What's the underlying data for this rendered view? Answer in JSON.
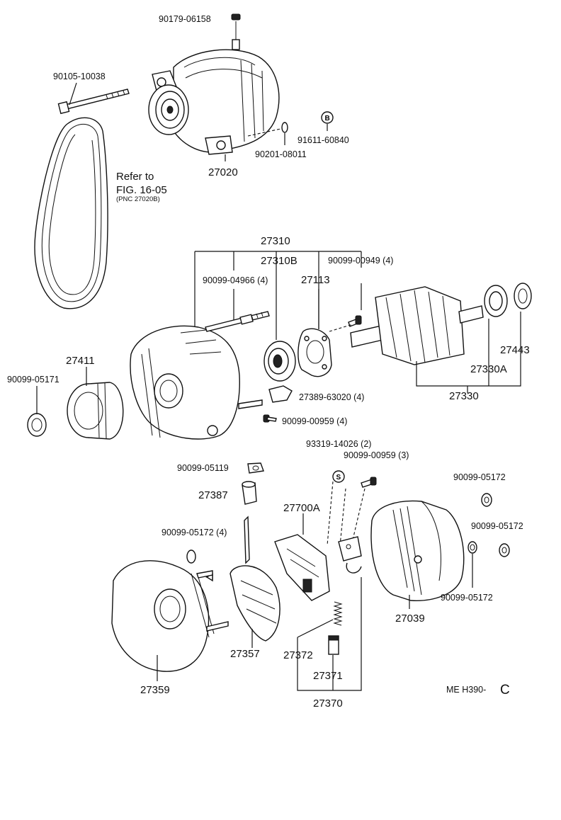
{
  "labels": {
    "p90179": "90179-06158",
    "p90105": "90105-10038",
    "p91611": "91611-60840",
    "p90201": "90201-08011",
    "p27020": "27020",
    "refer_line1": "Refer to",
    "refer_line2": "FIG. 16-05",
    "refer_line3": "(PNC 27020B)",
    "p27310": "27310",
    "p27310B": "27310B",
    "p90099_00949": "90099-00949 (4)",
    "p90099_04966": "90099-04966 (4)",
    "p27113": "27113",
    "p27443": "27443",
    "p27330A": "27330A",
    "p27330": "27330",
    "p27411": "27411",
    "p90099_05171": "90099-05171",
    "p27389": "27389-63020 (4)",
    "p90099_00959_4": "90099-00959 (4)",
    "p93319": "93319-14026 (2)",
    "p90099_00959_3": "90099-00959 (3)",
    "p90099_05119": "90099-05119",
    "p27387": "27387",
    "p27700A": "27700A",
    "p90099_05172_a": "90099-05172",
    "p90099_05172_b": "90099-05172",
    "p90099_05172_c": "90099-05172",
    "p90099_05172_4": "90099-05172 (4)",
    "p27039": "27039",
    "p27357": "27357",
    "p27372": "27372",
    "p27359": "27359",
    "p27371": "27371",
    "p27370": "27370",
    "code": "ME  H390-",
    "code_suffix": "C"
  },
  "marks": {
    "mark_b": "B",
    "mark_s": "S"
  }
}
